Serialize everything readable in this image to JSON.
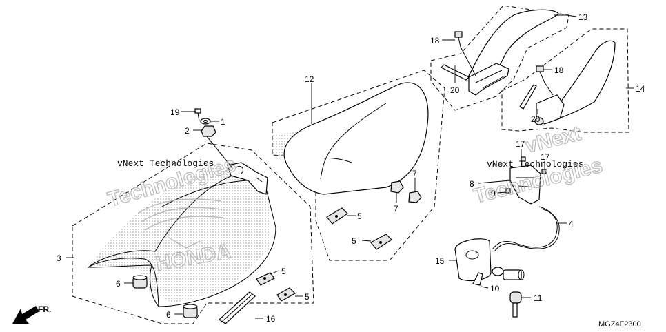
{
  "diagram": {
    "code": "MGZ4F2300",
    "front_label": "FR.",
    "watermarks": {
      "left": "vNext Technologies",
      "right": "vNext Technologies",
      "left_big": "Technologies",
      "right_big": "Technologies",
      "right_top_big": "vNext"
    },
    "brand_mark": "HONDA",
    "callouts": {
      "c1": "1",
      "c2": "2",
      "c3": "3",
      "c4": "4",
      "c5a": "5",
      "c5b": "5",
      "c5c": "5",
      "c5d": "5",
      "c6a": "6",
      "c6b": "6",
      "c7a": "7",
      "c7b": "7",
      "c8": "8",
      "c9": "9",
      "c10": "10",
      "c11": "11",
      "c12": "12",
      "c13": "13",
      "c14": "14",
      "c15": "15",
      "c16": "16",
      "c17a": "17",
      "c17b": "17",
      "c18a": "18",
      "c18b": "18",
      "c19": "19",
      "c20a": "20",
      "c20b": "20"
    }
  }
}
